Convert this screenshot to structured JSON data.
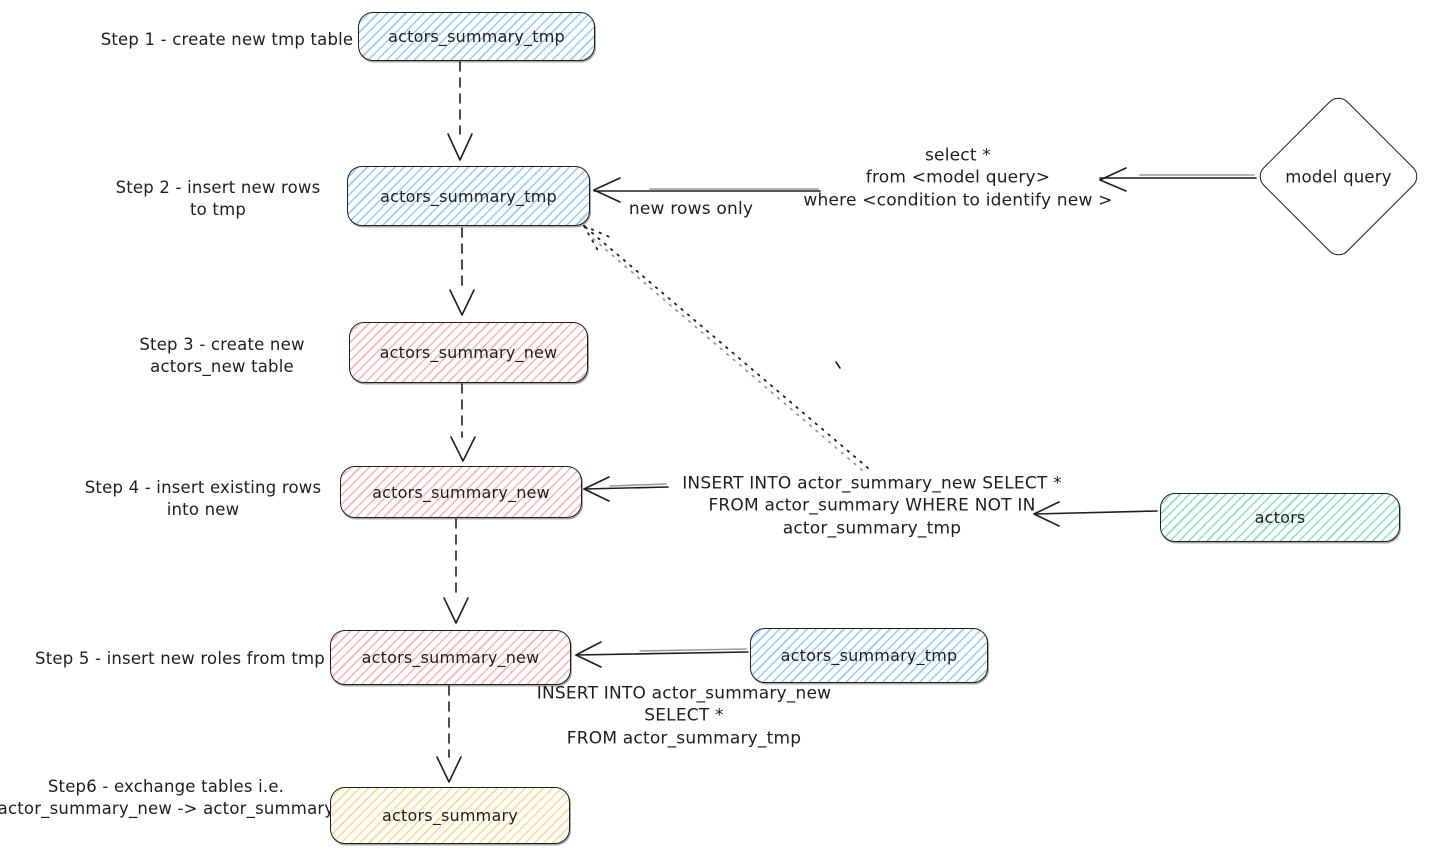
{
  "colors": {
    "stroke": "#1e1e1e",
    "blue_fill": "#a5d8ff",
    "pink_fill": "#ffc9c9",
    "green_fill": "#96f2d7",
    "yellow_fill": "#ffec99"
  },
  "steps": [
    {
      "label": "Step 1 - create new tmp table",
      "node": "actors_summary_tmp"
    },
    {
      "label": "Step 2 - insert new rows\nto tmp",
      "node": "actors_summary_tmp"
    },
    {
      "label": "Step 3 - create new\nactors_new table",
      "node": "actors_summary_new"
    },
    {
      "label": "Step 4 - insert existing rows\ninto new",
      "node": "actors_summary_new"
    },
    {
      "label": "Step 5 - insert new roles from tmp",
      "node": "actors_summary_new"
    },
    {
      "label": "Step6 - exchange tables i.e.\nactor_summary_new -> actor_summary",
      "node": "actors_summary"
    }
  ],
  "side_nodes": {
    "model_query": "model query",
    "actors": "actors",
    "tmp_source": "actors_summary_tmp"
  },
  "annotations": {
    "new_rows_only": "new rows only",
    "select_query": "select *\nfrom <model query>\nwhere <condition to identify new >",
    "insert_not_in": "INSERT INTO actor_summary_new SELECT *\nFROM actor_summary WHERE NOT IN\nactor_summary_tmp",
    "insert_from_tmp": "INSERT INTO actor_summary_new\nSELECT *\nFROM actor_summary_tmp"
  }
}
